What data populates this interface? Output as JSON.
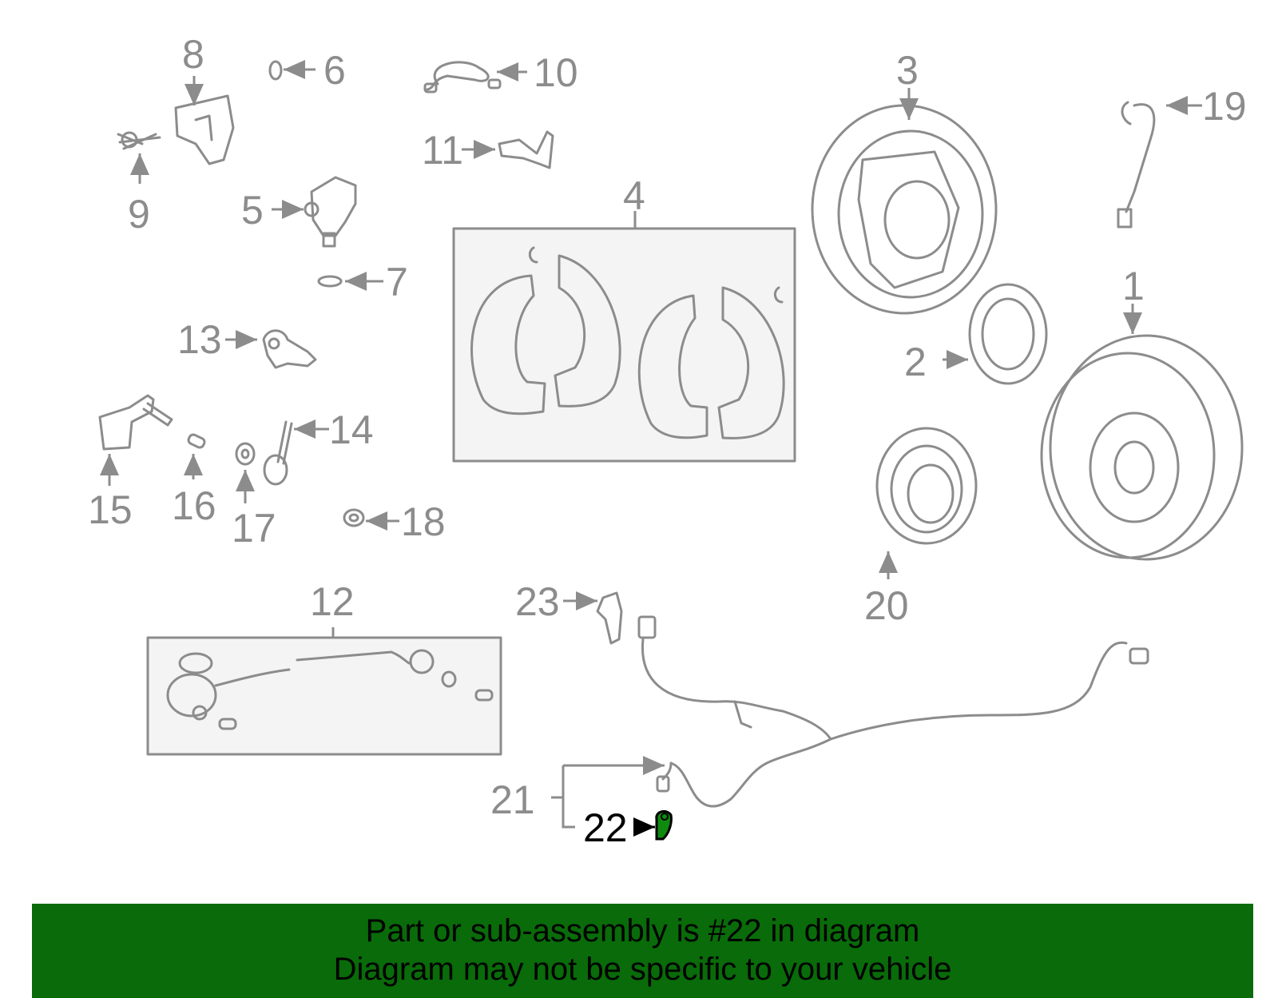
{
  "diagram": {
    "highlight_color": "#0f8a0f",
    "callouts": {
      "c1": "1",
      "c2": "2",
      "c3": "3",
      "c4": "4",
      "c5": "5",
      "c6": "6",
      "c7": "7",
      "c8": "8",
      "c9": "9",
      "c10": "10",
      "c11": "11",
      "c12": "12",
      "c13": "13",
      "c14": "14",
      "c15": "15",
      "c16": "16",
      "c17": "17",
      "c18": "18",
      "c19": "19",
      "c20": "20",
      "c21": "21",
      "c22": "22",
      "c23": "23"
    },
    "highlighted_part": "22"
  },
  "banner": {
    "background": "#096b09",
    "line1": "Part or sub-assembly is #22 in diagram",
    "line2": "Diagram may not be specific to your vehicle"
  }
}
